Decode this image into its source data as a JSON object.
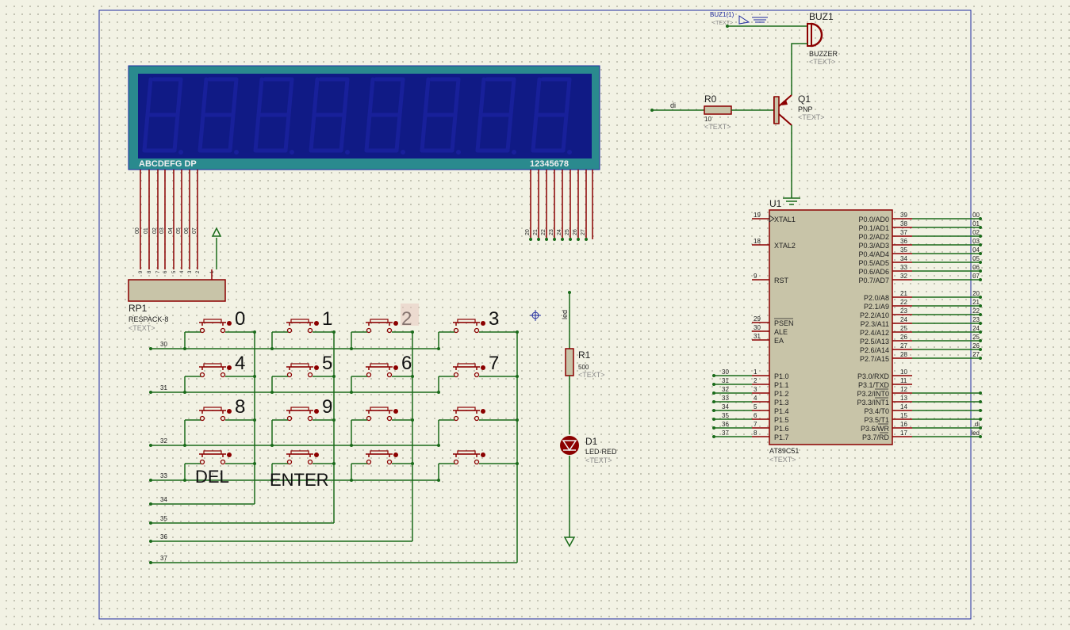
{
  "colors": {
    "wire": "#1a6b1a",
    "pin": "#8b0000",
    "body_fill": "#c8c4a8",
    "lcd_bezel": "#2a8a8e",
    "lcd_screen": "#101a85",
    "lcd_segment": "#18209a",
    "sheet_border": "#1f2a9f",
    "text_note": "#8a8a8a"
  },
  "lcd": {
    "segment_pins": "ABCDEFG DP",
    "digit_pins": "12345678",
    "segment_nets": [
      "00",
      "01",
      "02",
      "03",
      "04",
      "05",
      "06",
      "07"
    ],
    "digit_nets": [
      "20",
      "21",
      "22",
      "23",
      "24",
      "25",
      "26",
      "27"
    ]
  },
  "buzzer": {
    "terminal_label": "BUZ1(1)",
    "terminal_text": "<TEXT>",
    "ref": "BUZ1",
    "value": "BUZZER",
    "text": "<TEXT>"
  },
  "transistor": {
    "ref": "Q1",
    "value": "PNP",
    "text": "<TEXT>"
  },
  "resistor_r0": {
    "ref": "R0",
    "value": "10",
    "text": "<TEXT>",
    "net": "di"
  },
  "resistor_r1": {
    "ref": "R1",
    "value": "500",
    "text": "<TEXT>",
    "net": "led"
  },
  "led": {
    "ref": "D1",
    "value": "LED-RED",
    "text": "<TEXT>"
  },
  "respack": {
    "ref": "RP1",
    "value": "RESPACK-8",
    "text": "<TEXT>",
    "pins": [
      "9",
      "8",
      "7",
      "6",
      "5",
      "4",
      "3",
      "2",
      "1"
    ]
  },
  "keypad": {
    "keys": [
      "0",
      "1",
      "2",
      "3",
      "4",
      "5",
      "6",
      "7",
      "8",
      "9",
      "",
      "",
      "",
      "",
      "",
      ""
    ],
    "del_label": "DEL",
    "enter_label": "ENTER",
    "row_nets": [
      "30",
      "31",
      "32",
      "33"
    ],
    "col_nets": [
      "34",
      "35",
      "36",
      "37"
    ]
  },
  "mcu": {
    "ref": "U1",
    "value": "AT89C51",
    "text": "<TEXT>",
    "left_pins": [
      {
        "num": "19",
        "name": "XTAL1",
        "net": ""
      },
      {
        "num": "18",
        "name": "XTAL2",
        "net": ""
      },
      {
        "num": "9",
        "name": "RST",
        "net": ""
      },
      {
        "num": "29",
        "name": "PSEN",
        "net": ""
      },
      {
        "num": "30",
        "name": "ALE",
        "net": ""
      },
      {
        "num": "31",
        "name": "EA",
        "net": ""
      },
      {
        "num": "1",
        "name": "P1.0",
        "net": "30"
      },
      {
        "num": "2",
        "name": "P1.1",
        "net": "31"
      },
      {
        "num": "3",
        "name": "P1.2",
        "net": "32"
      },
      {
        "num": "4",
        "name": "P1.3",
        "net": "33"
      },
      {
        "num": "5",
        "name": "P1.4",
        "net": "34"
      },
      {
        "num": "6",
        "name": "P1.5",
        "net": "35"
      },
      {
        "num": "7",
        "name": "P1.6",
        "net": "36"
      },
      {
        "num": "8",
        "name": "P1.7",
        "net": "37"
      }
    ],
    "right_pins": [
      {
        "num": "39",
        "name": "P0.0/AD0",
        "net": "00"
      },
      {
        "num": "38",
        "name": "P0.1/AD1",
        "net": "01"
      },
      {
        "num": "37",
        "name": "P0.2/AD2",
        "net": "02"
      },
      {
        "num": "36",
        "name": "P0.3/AD3",
        "net": "03"
      },
      {
        "num": "35",
        "name": "P0.4/AD4",
        "net": "04"
      },
      {
        "num": "34",
        "name": "P0.5/AD5",
        "net": "05"
      },
      {
        "num": "33",
        "name": "P0.6/AD6",
        "net": "06"
      },
      {
        "num": "32",
        "name": "P0.7/AD7",
        "net": "07"
      },
      {
        "num": "21",
        "name": "P2.0/A8",
        "net": "20"
      },
      {
        "num": "22",
        "name": "P2.1/A9",
        "net": "21"
      },
      {
        "num": "23",
        "name": "P2.2/A10",
        "net": "22"
      },
      {
        "num": "24",
        "name": "P2.3/A11",
        "net": "23"
      },
      {
        "num": "25",
        "name": "P2.4/A12",
        "net": "24"
      },
      {
        "num": "26",
        "name": "P2.5/A13",
        "net": "25"
      },
      {
        "num": "27",
        "name": "P2.6/A14",
        "net": "26"
      },
      {
        "num": "28",
        "name": "P2.7/A15",
        "net": "27"
      },
      {
        "num": "10",
        "name": "P3.0/RXD",
        "net": ""
      },
      {
        "num": "11",
        "name": "P3.1/TXD",
        "net": ""
      },
      {
        "num": "12",
        "name": "P3.2/INT0",
        "net": ""
      },
      {
        "num": "13",
        "name": "P3.3/INT1",
        "net": ""
      },
      {
        "num": "14",
        "name": "P3.4/T0",
        "net": ""
      },
      {
        "num": "15",
        "name": "P3.5/T1",
        "net": ""
      },
      {
        "num": "16",
        "name": "P3.6/WR",
        "net": "di"
      },
      {
        "num": "17",
        "name": "P3.7/RD",
        "net": "led"
      }
    ]
  }
}
